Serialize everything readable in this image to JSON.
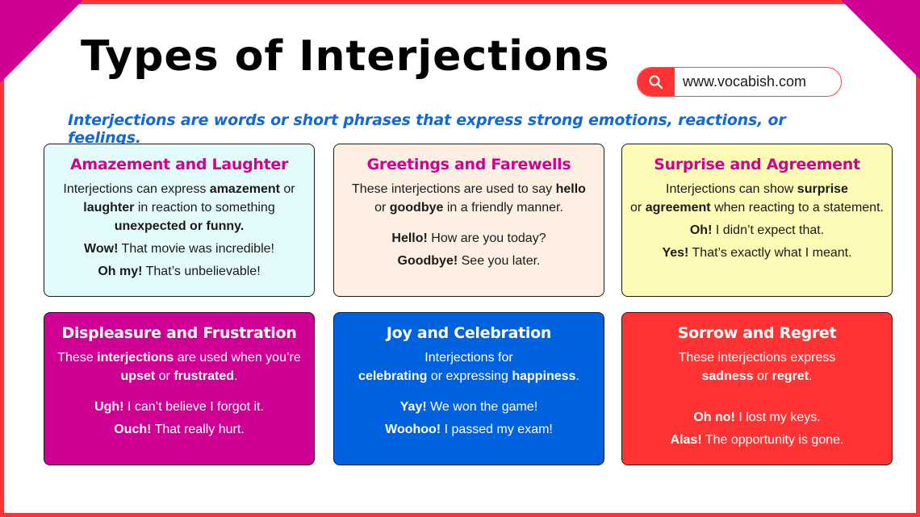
{
  "header": {
    "title": "Types of Interjections",
    "url": "www.vocabish.com",
    "search_icon": "search-icon",
    "subtitle": "Interjections are words or short phrases that express strong emotions, reactions, or feelings."
  },
  "colors": {
    "frame_border": "#ff3333",
    "corner_accent": "#d10094",
    "subtitle_blue": "#1468d6",
    "title_magenta": "#d10094"
  },
  "cards": [
    {
      "title": "Amazement and Laughter",
      "bg": "#e4fbfb",
      "desc": [
        {
          "t": "Interjections can express ",
          "b": false
        },
        {
          "t": "amazement",
          "b": true
        },
        {
          "t": " or ",
          "b": false
        },
        {
          "t": "laughter",
          "b": true
        },
        {
          "t": " in reaction to something ",
          "b": false
        },
        {
          "t": "unexpected or funny.",
          "b": true
        }
      ],
      "examples": [
        {
          "word": "Wow!",
          "rest": " That movie was incredible!"
        },
        {
          "word": "Oh my!",
          "rest": " That’s unbelievable!"
        }
      ]
    },
    {
      "title": "Greetings and Farewells",
      "bg": "#fdf0e2",
      "desc": [
        {
          "t": "These interjections are used to say ",
          "b": false
        },
        {
          "t": "hello",
          "b": true
        },
        {
          "t": " or ",
          "b": false
        },
        {
          "t": "goodbye",
          "b": true
        },
        {
          "t": " in a friendly manner.",
          "b": false
        }
      ],
      "examples": [
        {
          "word": "Hello!",
          "rest": " How are you today?"
        },
        {
          "word": "Goodbye!",
          "rest": " See you later."
        }
      ]
    },
    {
      "title": "Surprise and Agreement",
      "bg": "#fdfbb6",
      "desc": [
        {
          "t": "Interjections can show ",
          "b": false
        },
        {
          "t": "surprise",
          "b": true
        },
        {
          "t": " or ",
          "b": false
        },
        {
          "t": "agreement",
          "b": true
        },
        {
          "t": " when reacting to a statement.",
          "b": false
        }
      ],
      "examples": [
        {
          "word": "Oh!",
          "rest": " I didn’t expect that."
        },
        {
          "word": "Yes!",
          "rest": " That’s exactly what I meant."
        }
      ]
    },
    {
      "title": "Displeasure and Frustration",
      "bg": "#d10094",
      "desc": [
        {
          "t": "These ",
          "b": false
        },
        {
          "t": "interjections",
          "b": true
        },
        {
          "t": " are used when you’re ",
          "b": false
        },
        {
          "t": "upset",
          "b": true
        },
        {
          "t": " or ",
          "b": false
        },
        {
          "t": "frustrated",
          "b": true
        },
        {
          "t": ".",
          "b": false
        }
      ],
      "examples": [
        {
          "word": "Ugh!",
          "rest": " I can’t believe I forgot it."
        },
        {
          "word": "Ouch!",
          "rest": " That really hurt."
        }
      ]
    },
    {
      "title": "Joy and Celebration",
      "bg": "#0062de",
      "desc": [
        {
          "t": "Interjections for ",
          "b": false
        },
        {
          "t": "celebrating",
          "b": true
        },
        {
          "t": " or expressing ",
          "b": false
        },
        {
          "t": "happiness",
          "b": true
        },
        {
          "t": ".",
          "b": false
        }
      ],
      "examples": [
        {
          "word": "Yay!",
          "rest": " We won the game!"
        },
        {
          "word": "Woohoo!",
          "rest": " I passed my exam!"
        }
      ]
    },
    {
      "title": "Sorrow and Regret",
      "bg": "#ff3333",
      "desc": [
        {
          "t": "These interjections express ",
          "b": false
        },
        {
          "t": "sadness",
          "b": true
        },
        {
          "t": " or ",
          "b": false
        },
        {
          "t": "regret",
          "b": true
        },
        {
          "t": ".",
          "b": false
        }
      ],
      "examples": [
        {
          "word": "Oh no!",
          "rest": " I lost my keys."
        },
        {
          "word": "Alas!",
          "rest": " The opportunity is gone."
        }
      ]
    }
  ]
}
